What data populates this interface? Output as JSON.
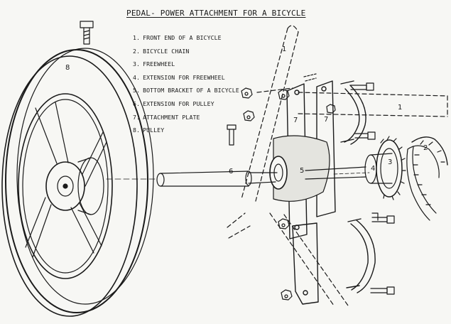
{
  "title": "PEDAL- POWER ATTACHMENT  FOR A  BICYCLE",
  "legend": [
    {
      "num": "1.",
      "text": "FRONT END OF A BICYCLE"
    },
    {
      "num": "2.",
      "text": "BICYCLE CHAIN"
    },
    {
      "num": "3.",
      "text": "FREEWHEEL"
    },
    {
      "num": "4.",
      "text": "EXTENSION FOR FREEWHEEL"
    },
    {
      "num": "5.",
      "text": "BOTTOM BRACKET OF A BICYCLE"
    },
    {
      "num": "6.",
      "text": "EXTENSION FOR PULLEY"
    },
    {
      "num": "7.",
      "text": "ATTACHMENT PLATE"
    },
    {
      "num": "8.",
      "text": "PULLEY"
    }
  ],
  "callouts": {
    "c1a": "1",
    "c1b": "1",
    "c2": "2",
    "c3": "3",
    "c4": "4",
    "c5": "5",
    "c6": "6",
    "c7a": "7",
    "c7b": "7",
    "c8": "8"
  },
  "colors": {
    "ink": "#1a1a1a",
    "paper": "#f7f7f4"
  }
}
